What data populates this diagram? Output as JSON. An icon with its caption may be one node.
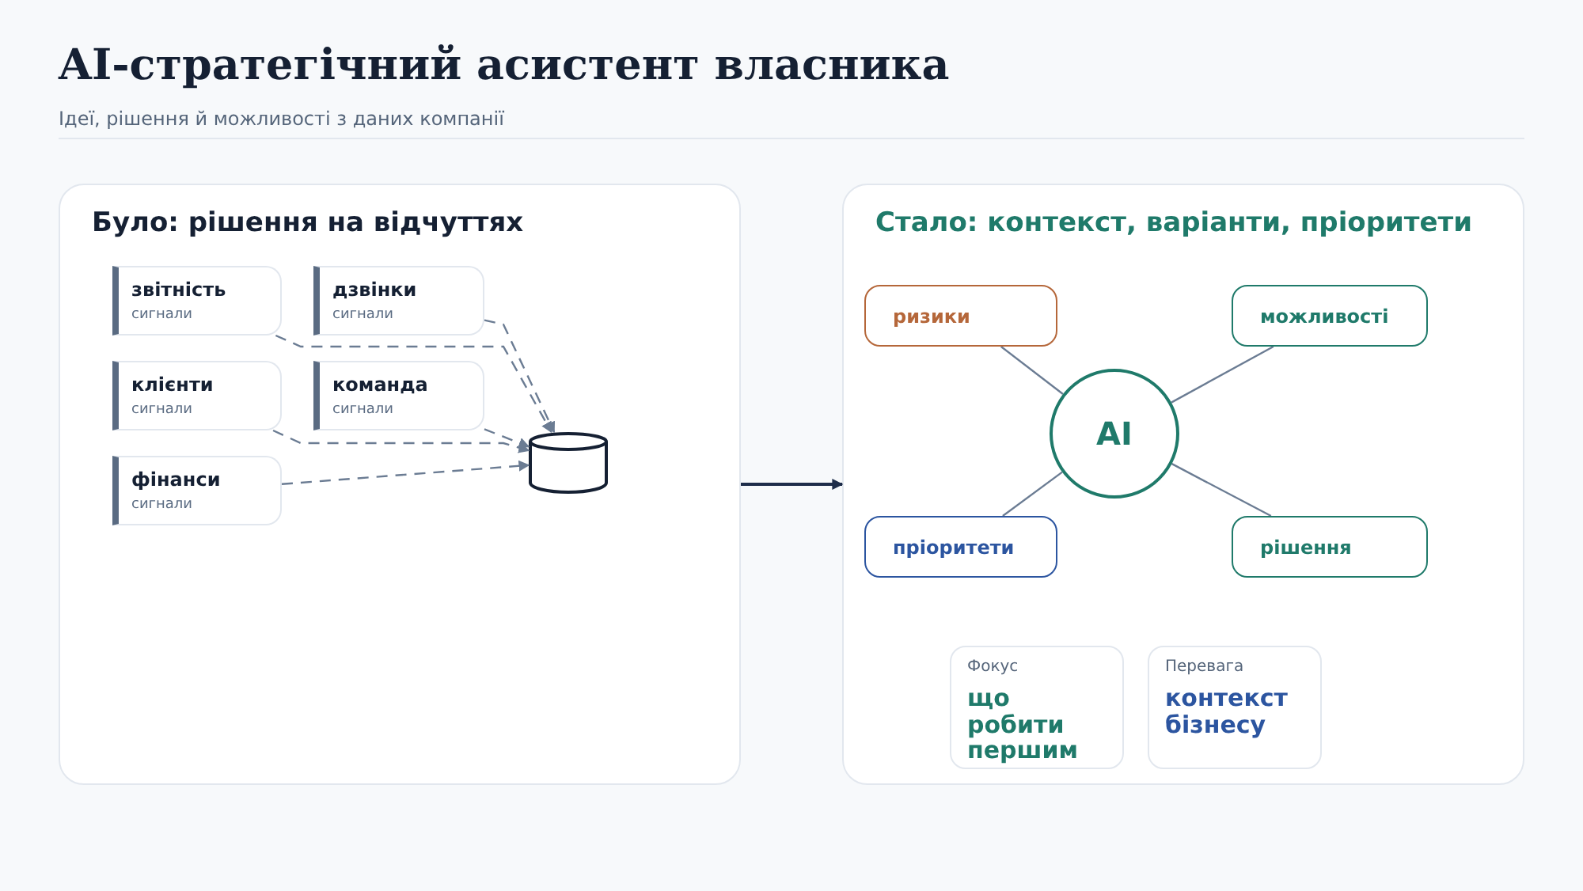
{
  "diagram": {
    "title": "AI-стратегічний асистент власника",
    "nodes": [
      {
        "text": [
          "Було: рішення на відчуттях"
        ]
      },
      {
        "text": [
          "звітність",
          "сигнали"
        ],
        "in": 0
      },
      {
        "text": [
          "дзвінки",
          "сигнали"
        ],
        "in": 0
      },
      {
        "text": [
          "клієнти",
          "сигнали"
        ],
        "in": 0
      },
      {
        "text": [
          "команда",
          "сигнали"
        ],
        "in": 0
      },
      {
        "text": [
          "фінанси",
          "сигнали"
        ],
        "in": 0
      },
      {
        "text": [],
        "shape": "cylinder",
        "in": 0
      },
      {
        "text": [
          "Стало: контекст, варіанти, пріоритети"
        ]
      },
      {
        "text": [
          "ризики"
        ],
        "in": 7
      },
      {
        "text": [
          "можливості"
        ],
        "in": 7
      },
      {
        "text": [
          "AI"
        ],
        "in": 7
      },
      {
        "text": [
          "пріоритети"
        ],
        "in": 7
      },
      {
        "text": [
          "рішення"
        ],
        "in": 7
      },
      {
        "text": [
          "Фокус",
          "що робити першим"
        ],
        "in": 7
      },
      {
        "text": [
          "Перевага",
          "контекст бізнесу"
        ],
        "in": 7
      }
    ],
    "edges": [
      {
        "from": 1,
        "to": 6,
        "arrow": "to",
        "style": "dashed"
      },
      {
        "from": 2,
        "to": 6,
        "arrow": "to",
        "style": "dashed"
      },
      {
        "from": 3,
        "to": 6,
        "arrow": "to",
        "style": "dashed"
      },
      {
        "from": 4,
        "to": 6,
        "arrow": "to",
        "style": "dashed"
      },
      {
        "from": 5,
        "to": 6,
        "arrow": "to",
        "style": "dashed"
      },
      {
        "from": 8,
        "to": 10,
        "arrow": "none"
      },
      {
        "from": 9,
        "to": 10,
        "arrow": "none"
      },
      {
        "from": 11,
        "to": 10,
        "arrow": "none"
      },
      {
        "from": 12,
        "to": 10,
        "arrow": "none"
      },
      {
        "from": 0,
        "to": 7,
        "arrow": "to",
        "color": "#1e2d4a"
      }
    ],
    "labels": [
      "Ідеї, рішення й можливості з даних компанії"
    ]
  }
}
